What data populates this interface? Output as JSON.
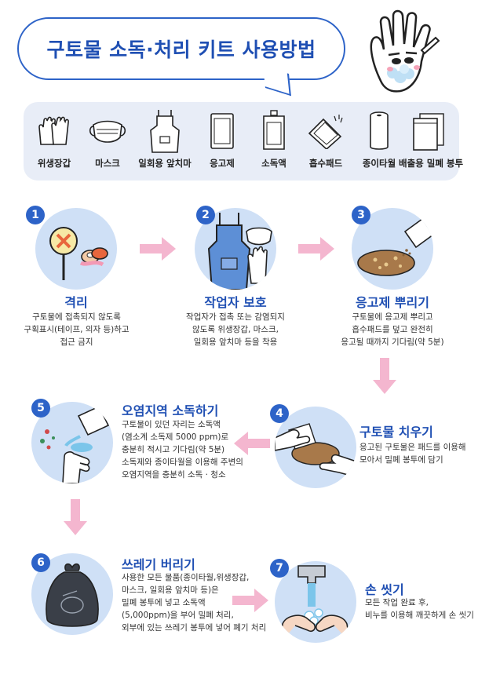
{
  "title": "구토물 소독·처리 키트 사용방법",
  "kit": [
    {
      "label": "위생장갑",
      "icon": "gloves-icon"
    },
    {
      "label": "마스크",
      "icon": "mask-icon"
    },
    {
      "label": "일회용 앞치마",
      "icon": "apron-icon"
    },
    {
      "label": "응고제",
      "icon": "coagulant-pouch-icon"
    },
    {
      "label": "소독액",
      "icon": "disinfectant-pouch-icon"
    },
    {
      "label": "흡수패드",
      "icon": "absorbent-pad-icon"
    },
    {
      "label": "종이타월",
      "icon": "paper-towel-icon"
    },
    {
      "label": "배출용 밀폐 봉투",
      "icon": "sealed-bag-icon"
    }
  ],
  "steps": [
    {
      "num": "1",
      "title": "격리",
      "desc": [
        "구토물에 접촉되지 않도록",
        "구획표시(테이프, 의자 등)하고",
        "접근 금지"
      ]
    },
    {
      "num": "2",
      "title": "작업자 보호",
      "desc": [
        "작업자가 접촉 또는 감염되지",
        "않도록 위생장갑, 마스크,",
        "일회용 앞치마 등을 착용"
      ]
    },
    {
      "num": "3",
      "title": "응고제 뿌리기",
      "desc": [
        "구토물에 응고제 뿌리고",
        "흡수패드를 덮고 완전히",
        "응고될 때까지 기다림(약 5분)"
      ]
    },
    {
      "num": "4",
      "title": "구토물 치우기",
      "desc": [
        "응고된 구토물은 패드를 이용해",
        "모아서 밀폐 봉투에 담기"
      ]
    },
    {
      "num": "5",
      "title": "오염지역 소독하기",
      "desc": [
        "구토물이 있던 자리는 소독액",
        "(염소계 소독제 5000 ppm)로",
        "충분히 적시고 기다림(약 5분)",
        "소독제와 종이타월을 이용해 주변의",
        "오염지역을 충분히 소독 · 청소"
      ]
    },
    {
      "num": "6",
      "title": "쓰레기 버리기",
      "desc": [
        "사용한 모든 물품(종이타월,위생장갑,",
        "마스크, 일회용 앞치마 등)은",
        "밀폐 봉투에 넣고 소독액",
        "(5,000ppm)을 부어 밀폐 처리,",
        "외부에 있는 쓰레기 봉투에 넣어 폐기 처리"
      ]
    },
    {
      "num": "7",
      "title": "손 씻기",
      "desc": [
        "모든 작업 완료 후,",
        "비누를 이용해 깨끗하게 손 씻기"
      ]
    }
  ],
  "colors": {
    "accent": "#2d63c8",
    "circle": "#cfe0f6",
    "arrow": "#f4b6cf",
    "panel": "#e8edf7"
  }
}
